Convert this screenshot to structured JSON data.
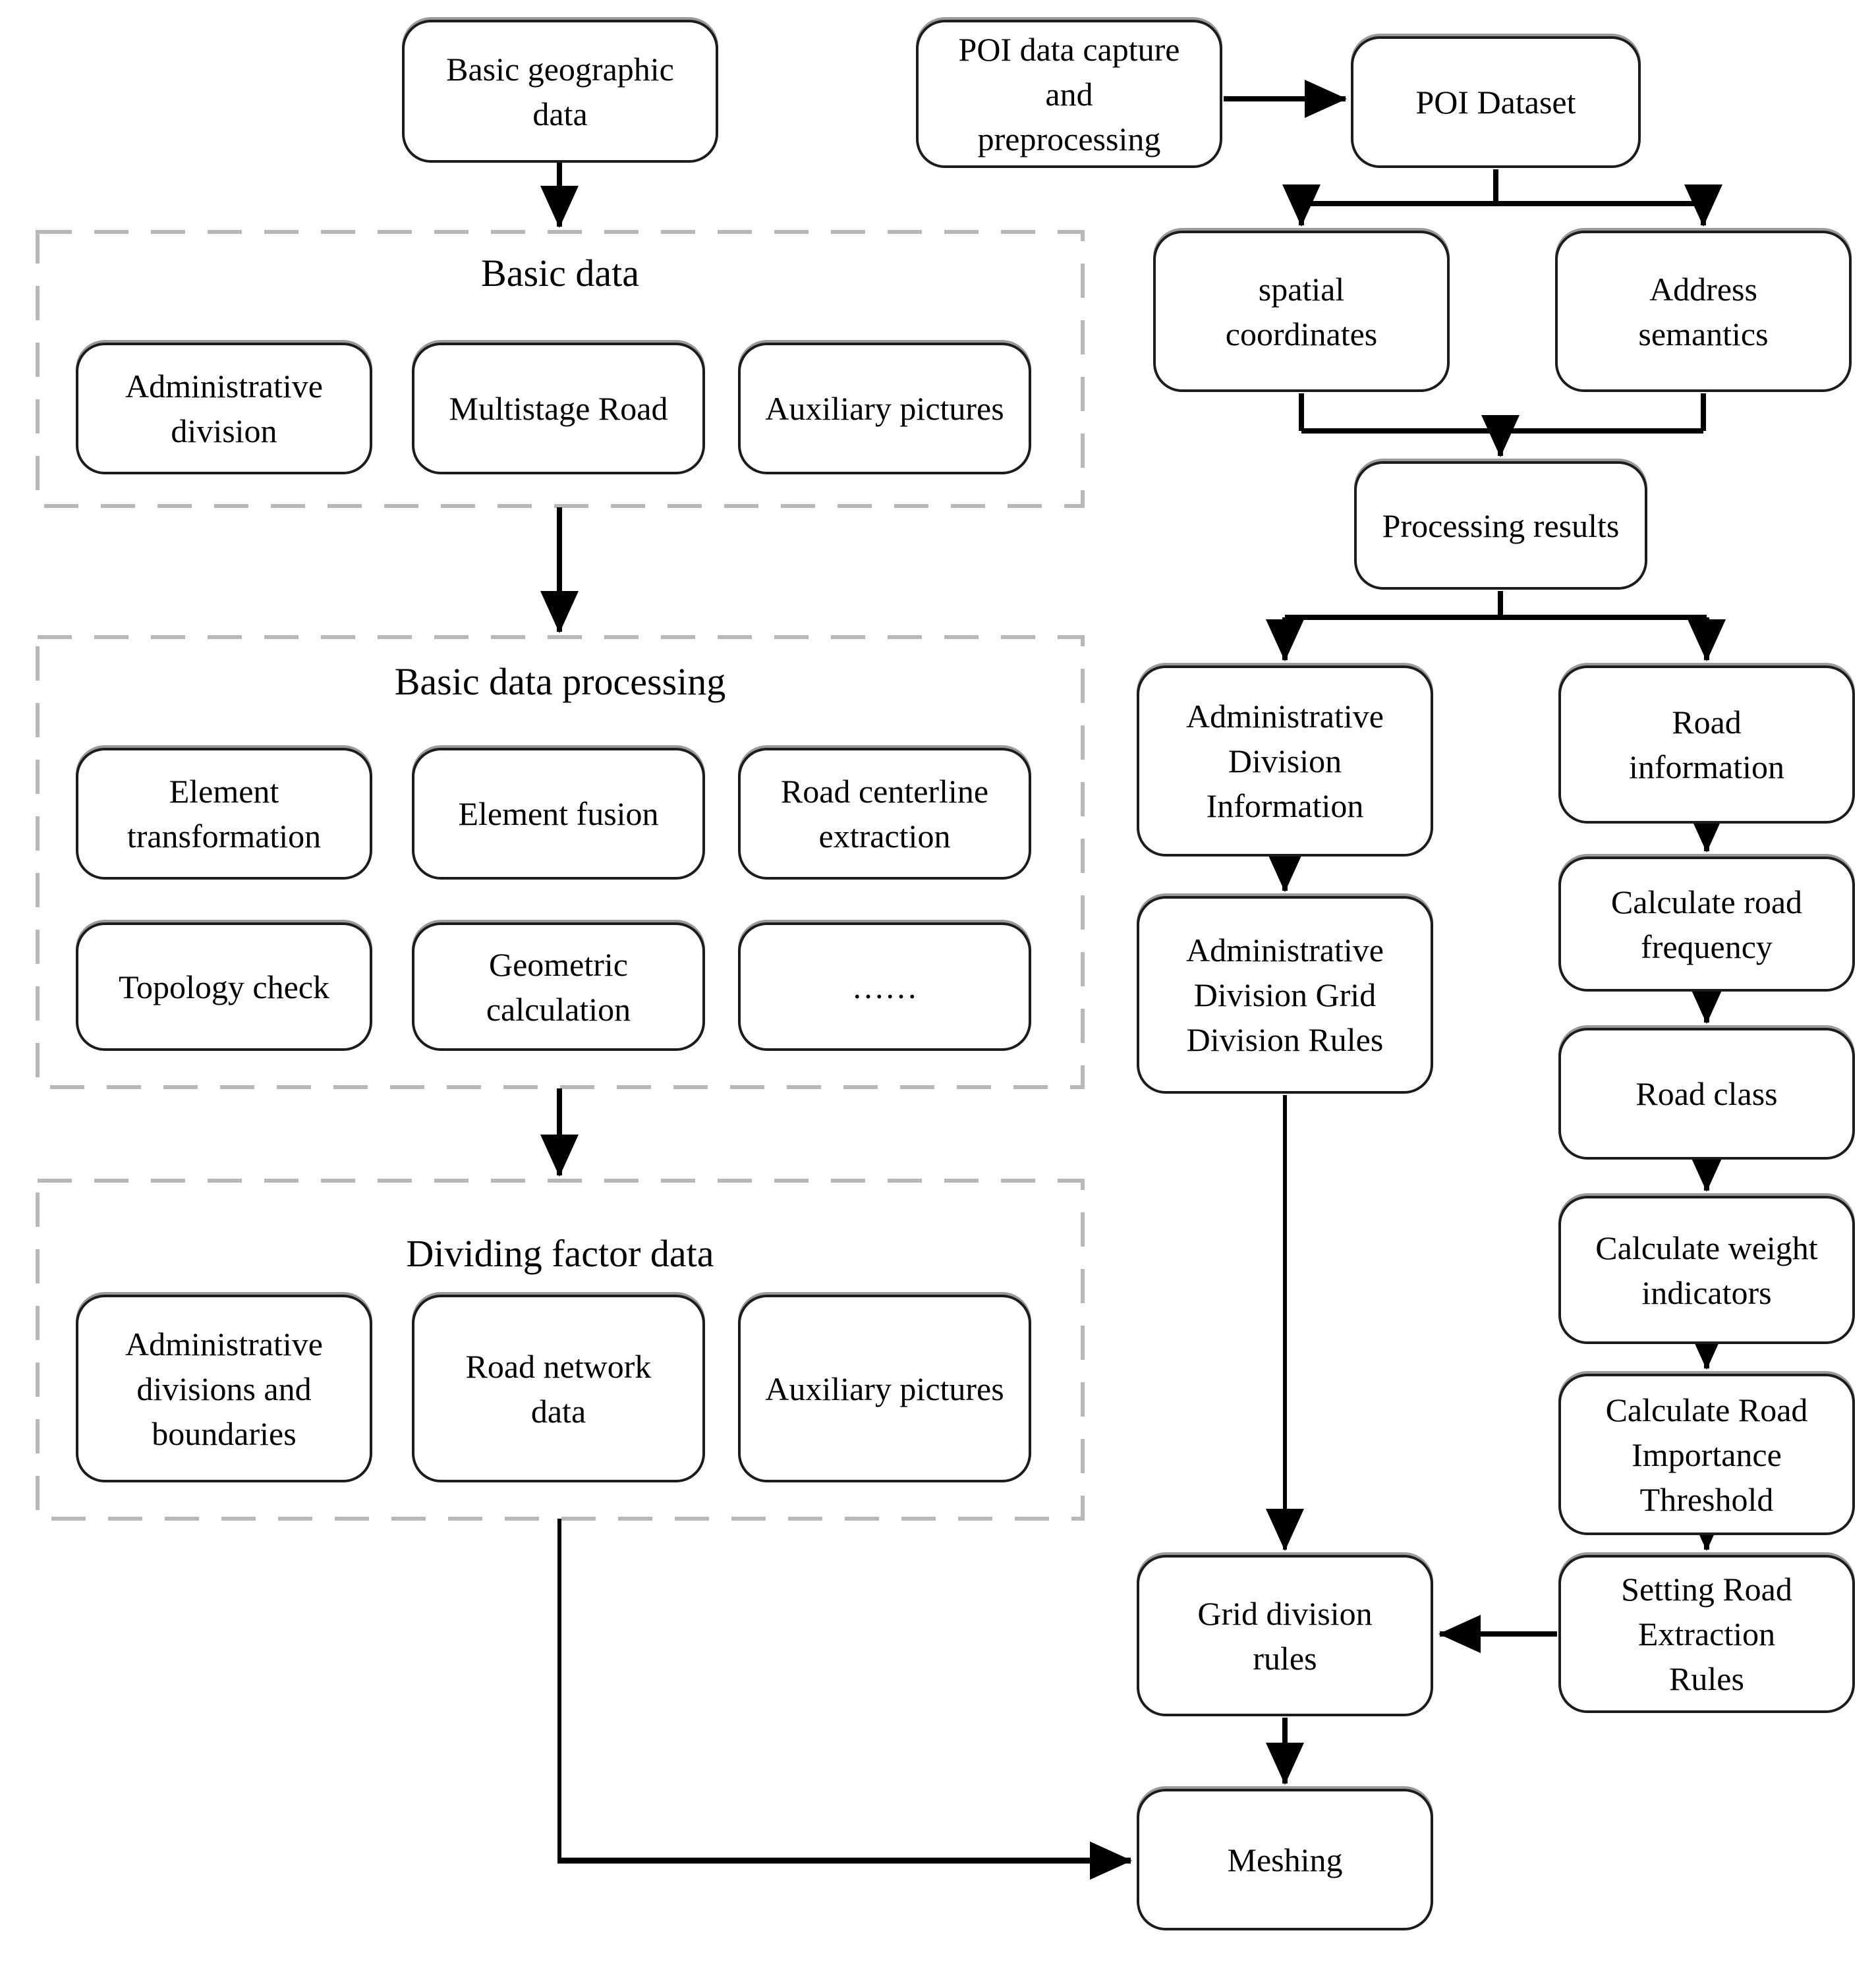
{
  "colors": {
    "box_border": "#1c1c1c",
    "dashed_frame": "#b8b8b8",
    "arrow": "#000000",
    "background": "#ffffff",
    "text": "#000000"
  },
  "left_column": {
    "source_box": "Basic geographic data",
    "sections": [
      {
        "title": "Basic data",
        "items": [
          "Administrative division",
          "Multistage Road",
          "Auxiliary pictures"
        ]
      },
      {
        "title": "Basic data processing",
        "items": [
          "Element transformation",
          "Element fusion",
          "Road centerline extraction",
          "Topology check",
          "Geometric calculation",
          "……"
        ]
      },
      {
        "title": "Dividing factor data",
        "items": [
          "Administrative divisions and boundaries",
          "Road network data",
          "Auxiliary pictures"
        ]
      }
    ]
  },
  "right_column": {
    "poi_capture": "POI data capture and preprocessing",
    "poi_dataset": "POI Dataset",
    "spatial_coordinates": "spatial coordinates",
    "address_semantics": "Address semantics",
    "processing_results": "Processing results",
    "admin_division_information": "Administrative Division Information",
    "road_information": "Road information",
    "admin_division_grid_rules": "Administrative Division Grid Division Rules",
    "calculate_road_frequency": "Calculate road frequency",
    "road_class": "Road class",
    "calculate_weight_indicators": "Calculate weight indicators",
    "calculate_road_importance_threshold": "Calculate Road Importance Threshold",
    "setting_road_extraction_rules": "Setting Road Extraction Rules",
    "grid_division_rules": "Grid division rules",
    "meshing": "Meshing"
  }
}
